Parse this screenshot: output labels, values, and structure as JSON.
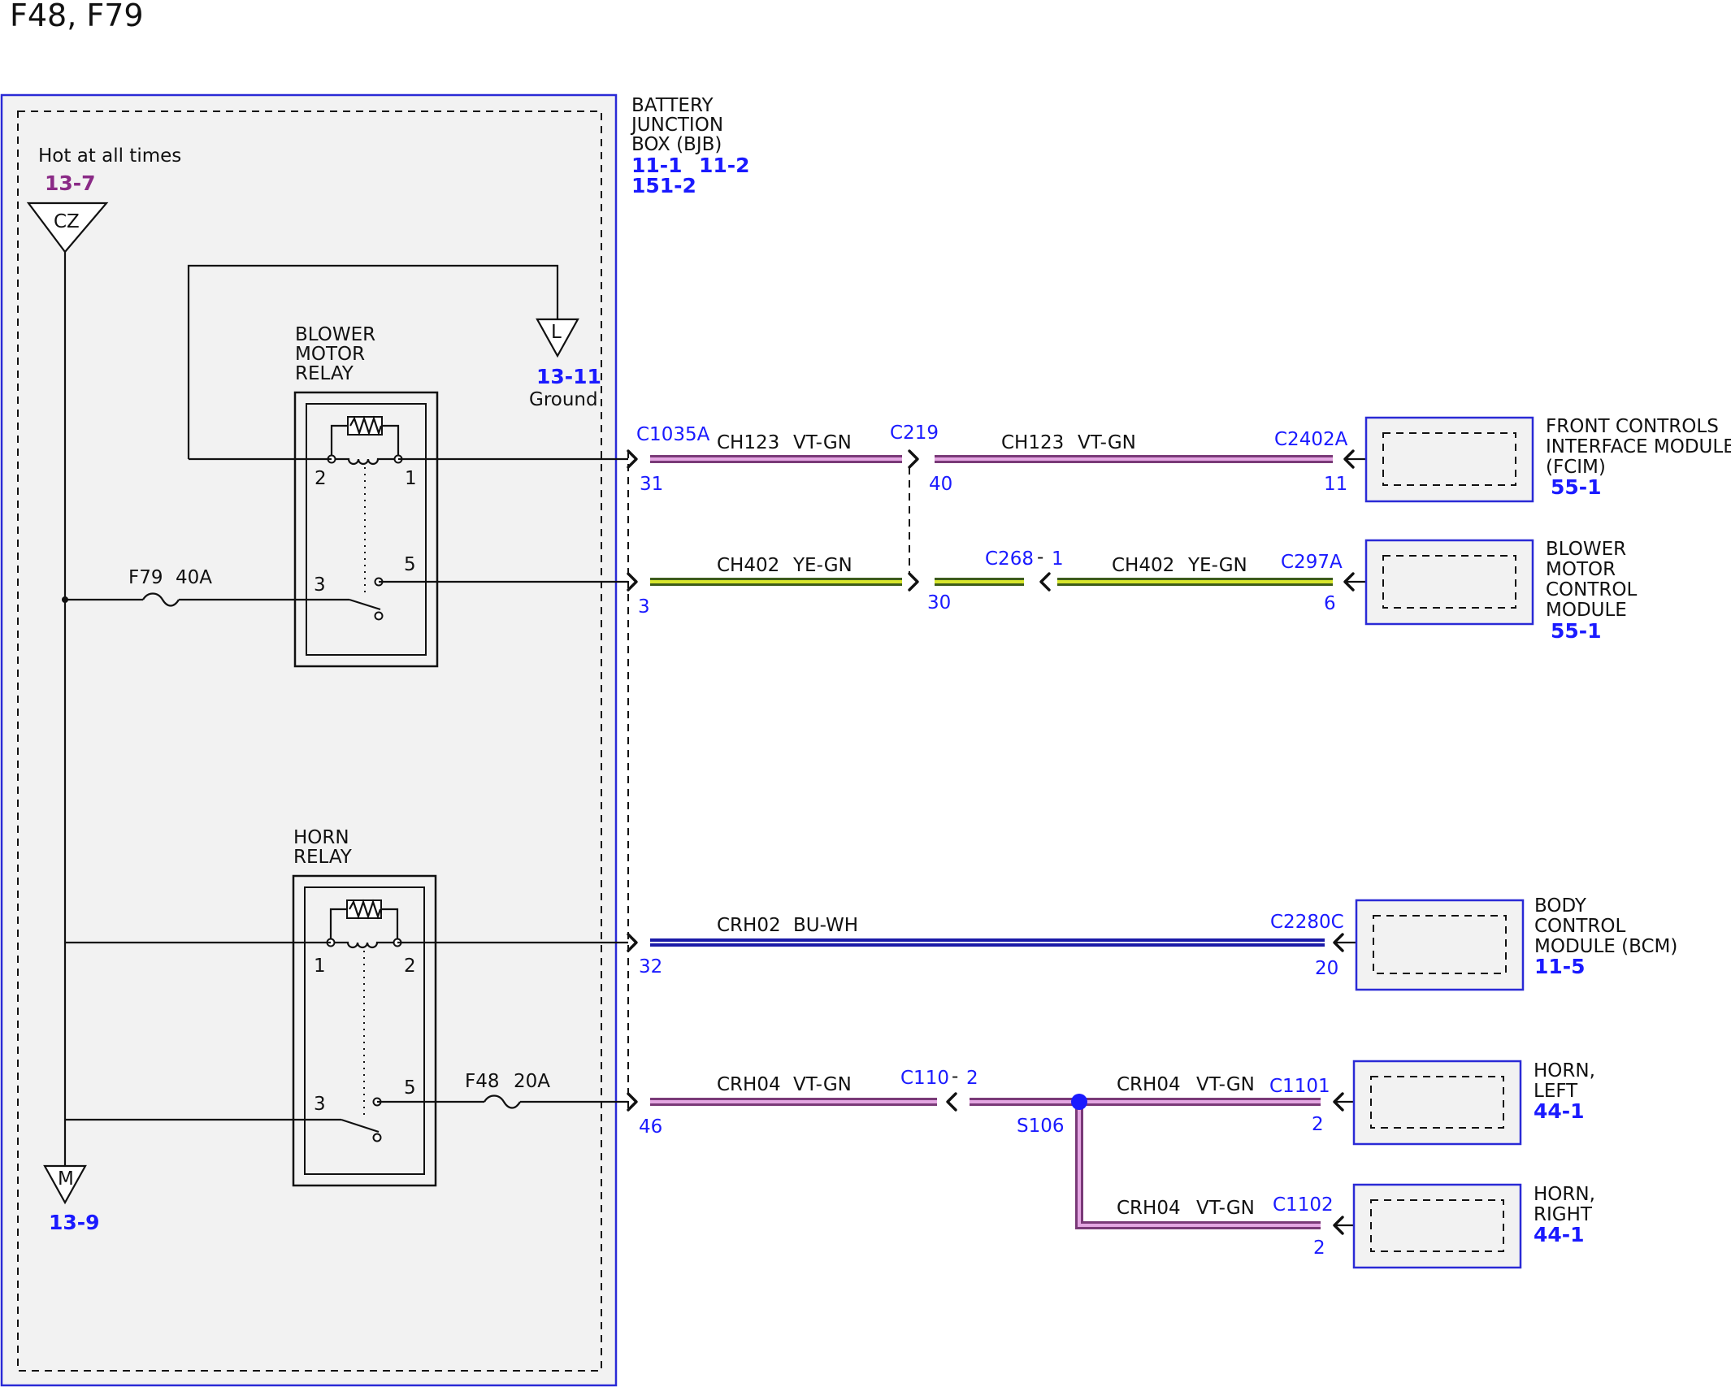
{
  "title": "F48, F79",
  "colors": {
    "vt_gn_outer": "#7a3a78",
    "vt_gn_inner": "#e4a6e2",
    "ye_gn_outer": "#3d5c1a",
    "ye_gn_inner": "#d8e62c",
    "bu_wh": "#1a1aa8",
    "link_blue": "#1a1aff",
    "ref_purple": "#8a2a86",
    "panel_bg": "#f2f2f2",
    "panel_border": "#2a2ad6"
  },
  "bjb": {
    "name": "BATTERY JUNCTION BOX (BJB)",
    "name_lines": [
      "BATTERY",
      "JUNCTION",
      "BOX (BJB)"
    ],
    "refs": [
      "11-1",
      "11-2",
      "151-2"
    ],
    "power_caption": "Hot at all times",
    "power_ref": "13-7",
    "power_node": "CZ",
    "ground_node": "L",
    "ground_ref": "13-11",
    "ground_caption": "Ground",
    "bottom_node": "M",
    "bottom_ref": "13-9"
  },
  "blower_relay": {
    "name_lines": [
      "BLOWER",
      "MOTOR",
      "RELAY"
    ],
    "pins": [
      "2",
      "1",
      "3",
      "5"
    ],
    "fuse": "F79",
    "fuse_rating": "40A"
  },
  "horn_relay": {
    "name_lines": [
      "HORN",
      "RELAY"
    ],
    "pins": [
      "1",
      "2",
      "3",
      "5"
    ],
    "fuse": "F48",
    "fuse_rating": "20A"
  },
  "circuits": {
    "ch123_a": {
      "connector": "C1035A",
      "pin": "31",
      "circuit": "CH123",
      "color": "VT-GN"
    },
    "ch123_mid": {
      "connector": "C219",
      "pin": "40"
    },
    "ch123_b": {
      "circuit": "CH123",
      "color": "VT-GN",
      "connector": "C2402A",
      "pin": "11"
    },
    "ch402_a": {
      "pin": "3",
      "circuit": "CH402",
      "color": "YE-GN"
    },
    "ch402_mid": {
      "pin": "30",
      "inline": "C268",
      "inline_pin": "1"
    },
    "ch402_b": {
      "circuit": "CH402",
      "color": "YE-GN",
      "connector": "C297A",
      "pin": "6"
    },
    "crh02": {
      "pin": "32",
      "circuit": "CRH02",
      "color": "BU-WH",
      "connector": "C2280C",
      "end_pin": "20"
    },
    "crh04_a": {
      "pin": "46",
      "circuit": "CRH04",
      "color": "VT-GN",
      "inline": "C110",
      "inline_pin": "2"
    },
    "splice": "S106",
    "crh04_left": {
      "circuit": "CRH04",
      "color": "VT-GN",
      "connector": "C1101",
      "pin": "2"
    },
    "crh04_right": {
      "circuit": "CRH04",
      "color": "VT-GN",
      "connector": "C1102",
      "pin": "2"
    }
  },
  "modules": {
    "fcim": {
      "name_lines": [
        "FRONT CONTROLS",
        "INTERFACE MODULE",
        "(FCIM)"
      ],
      "ref": "55-1"
    },
    "bmcm": {
      "name_lines": [
        "BLOWER",
        "MOTOR",
        "CONTROL",
        "MODULE"
      ],
      "ref": "55-1"
    },
    "bcm": {
      "name_lines": [
        "BODY",
        "CONTROL",
        "MODULE (BCM)"
      ],
      "ref": "11-5"
    },
    "horn_left": {
      "name_lines": [
        "HORN,",
        "LEFT"
      ],
      "ref": "44-1"
    },
    "horn_right": {
      "name_lines": [
        "HORN,",
        "RIGHT"
      ],
      "ref": "44-1"
    }
  }
}
